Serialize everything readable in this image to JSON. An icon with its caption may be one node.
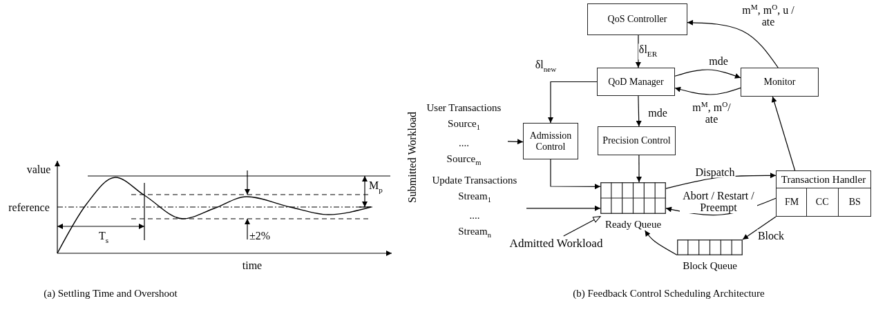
{
  "diagram": {
    "nodes": [
      {
        "text": [
          "QoS Controller"
        ]
      },
      {
        "text": [
          "QoD Manager"
        ]
      },
      {
        "text": [
          "Monitor"
        ]
      },
      {
        "text": [
          "Admission Control"
        ]
      },
      {
        "text": [
          "Precision Control"
        ]
      },
      {
        "text": [],
        "shape": "box",
        "beside": [
          "Ready Queue"
        ]
      },
      {
        "text": [
          "Transaction Handler"
        ]
      },
      {
        "text": [
          "FM"
        ],
        "in": 6
      },
      {
        "text": [
          "CC"
        ],
        "in": 6
      },
      {
        "text": [
          "BS"
        ],
        "in": 6
      },
      {
        "text": [],
        "shape": "box",
        "beside": [
          "Block Queue"
        ]
      },
      {
        "text": [
          "User Transactions",
          "Source$_{1}$",
          "....",
          "Source$_{m}$"
        ]
      },
      {
        "text": [
          "Update Transactions",
          "Stream$_{1}$",
          "....",
          "Stream$_{n}$"
        ]
      },
      {
        "text": [
          "Admitted Workload"
        ]
      }
    ],
    "edges": [
      {
        "from": 0,
        "to": 1,
        "arrow": "to",
        "label": "δl$_{ER}$"
      },
      {
        "from": 1,
        "to": 3,
        "arrow": "to",
        "label": "δl$_{new}$"
      },
      {
        "from": 1,
        "to": 2,
        "arrow": "to",
        "label": "mde"
      },
      {
        "from": 2,
        "to": 1,
        "arrow": "to",
        "label": "m$^{M}$, m$^{O}$/ ate"
      },
      {
        "from": 2,
        "to": 0,
        "arrow": "to",
        "label": "m$^{M}$, m$^{O}$, u / ate"
      },
      {
        "from": 1,
        "to": 4,
        "arrow": "to",
        "label": "mde"
      },
      {
        "from": 11,
        "to": 3,
        "arrow": "to"
      },
      {
        "from": 3,
        "to": 5,
        "arrow": "to"
      },
      {
        "from": 4,
        "to": 5,
        "arrow": "to"
      },
      {
        "from": 12,
        "to": 5,
        "arrow": "to"
      },
      {
        "from": 13,
        "to": 5,
        "arrow": "to"
      },
      {
        "from": 5,
        "to": 6,
        "arrow": "to",
        "label": "Dispatch"
      },
      {
        "from": 6,
        "to": 5,
        "arrow": "to",
        "label": "Abort / Restart / Preempt"
      },
      {
        "from": 6,
        "to": 10,
        "arrow": "to",
        "label": "Block"
      },
      {
        "from": 10,
        "to": 5,
        "arrow": "to"
      },
      {
        "from": 6,
        "to": 2,
        "arrow": "to"
      }
    ],
    "labels": [
      "value",
      "reference",
      "T$_{s}$",
      "M$_{p}$",
      "±2%",
      "time",
      "Submitted Workload",
      "(a) Settling Time and Overshoot",
      "(b) Feedback Control Scheduling Architecture"
    ]
  }
}
